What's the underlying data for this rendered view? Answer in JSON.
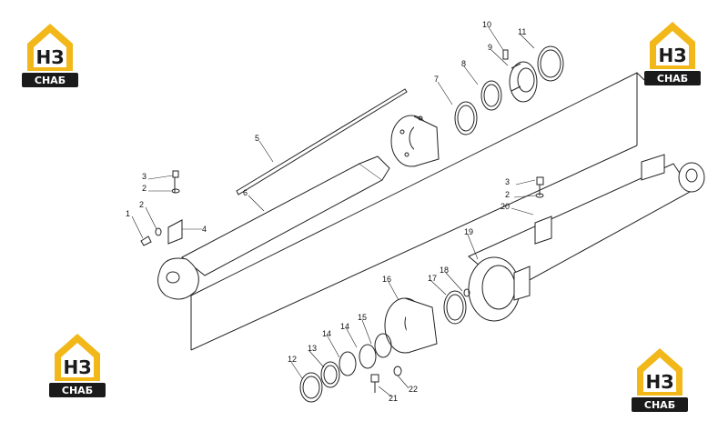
{
  "logos": {
    "brand_letters": "НЗ",
    "brand_word": "СНАБ",
    "colors": {
      "yellow": "#f2b719",
      "dark": "#1a1a1a",
      "white": "#ffffff"
    }
  },
  "callouts": [
    "1",
    "2",
    "3",
    "2",
    "4",
    "5",
    "6",
    "7",
    "8",
    "9",
    "10",
    "11",
    "3",
    "2",
    "20",
    "19",
    "18",
    "17",
    "16",
    "15",
    "14",
    "14",
    "13",
    "12",
    "21",
    "22"
  ],
  "colors": {
    "line": "#222222",
    "paper": "#ffffff"
  }
}
